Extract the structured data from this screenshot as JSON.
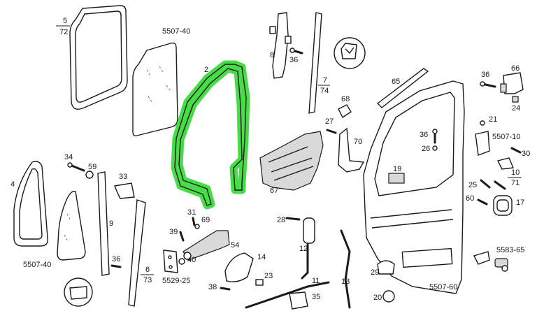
{
  "labels": {
    "l5": "5",
    "l72": "72",
    "l5507_40_top": "5507-40",
    "l2": "2",
    "l8": "8",
    "l36_a": "36",
    "l7": "7",
    "l74": "74",
    "l65": "65",
    "l36_b": "36",
    "l66": "66",
    "l24": "24",
    "l68": "68",
    "l27": "27",
    "l70": "70",
    "l36_c": "36",
    "l26": "26",
    "l21": "21",
    "l5507_10": "5507-10",
    "l30": "30",
    "l19": "19",
    "l67": "67",
    "l10": "10",
    "l71": "71",
    "l25": "25",
    "l60": "60",
    "l17": "17",
    "l34": "34",
    "l59": "59",
    "l4": "4",
    "l33": "33",
    "l9": "9",
    "l31": "31",
    "l69": "69",
    "l39": "39",
    "l28": "28",
    "l54": "54",
    "l12": "12",
    "l40": "40",
    "l14": "14",
    "l36_d": "36",
    "l5507_40_bot": "5507-40",
    "l6": "6",
    "l73": "73",
    "l5529_25": "5529-25",
    "l23": "23",
    "l38": "38",
    "l11": "11",
    "l35": "35",
    "l13": "13",
    "l29": "29",
    "l20": "20",
    "l5507_60": "5507-60",
    "l5583_65": "5583-65"
  },
  "colors": {
    "highlight": "#29d629",
    "line": "#1a1a1a"
  },
  "highlighted_part": "2"
}
